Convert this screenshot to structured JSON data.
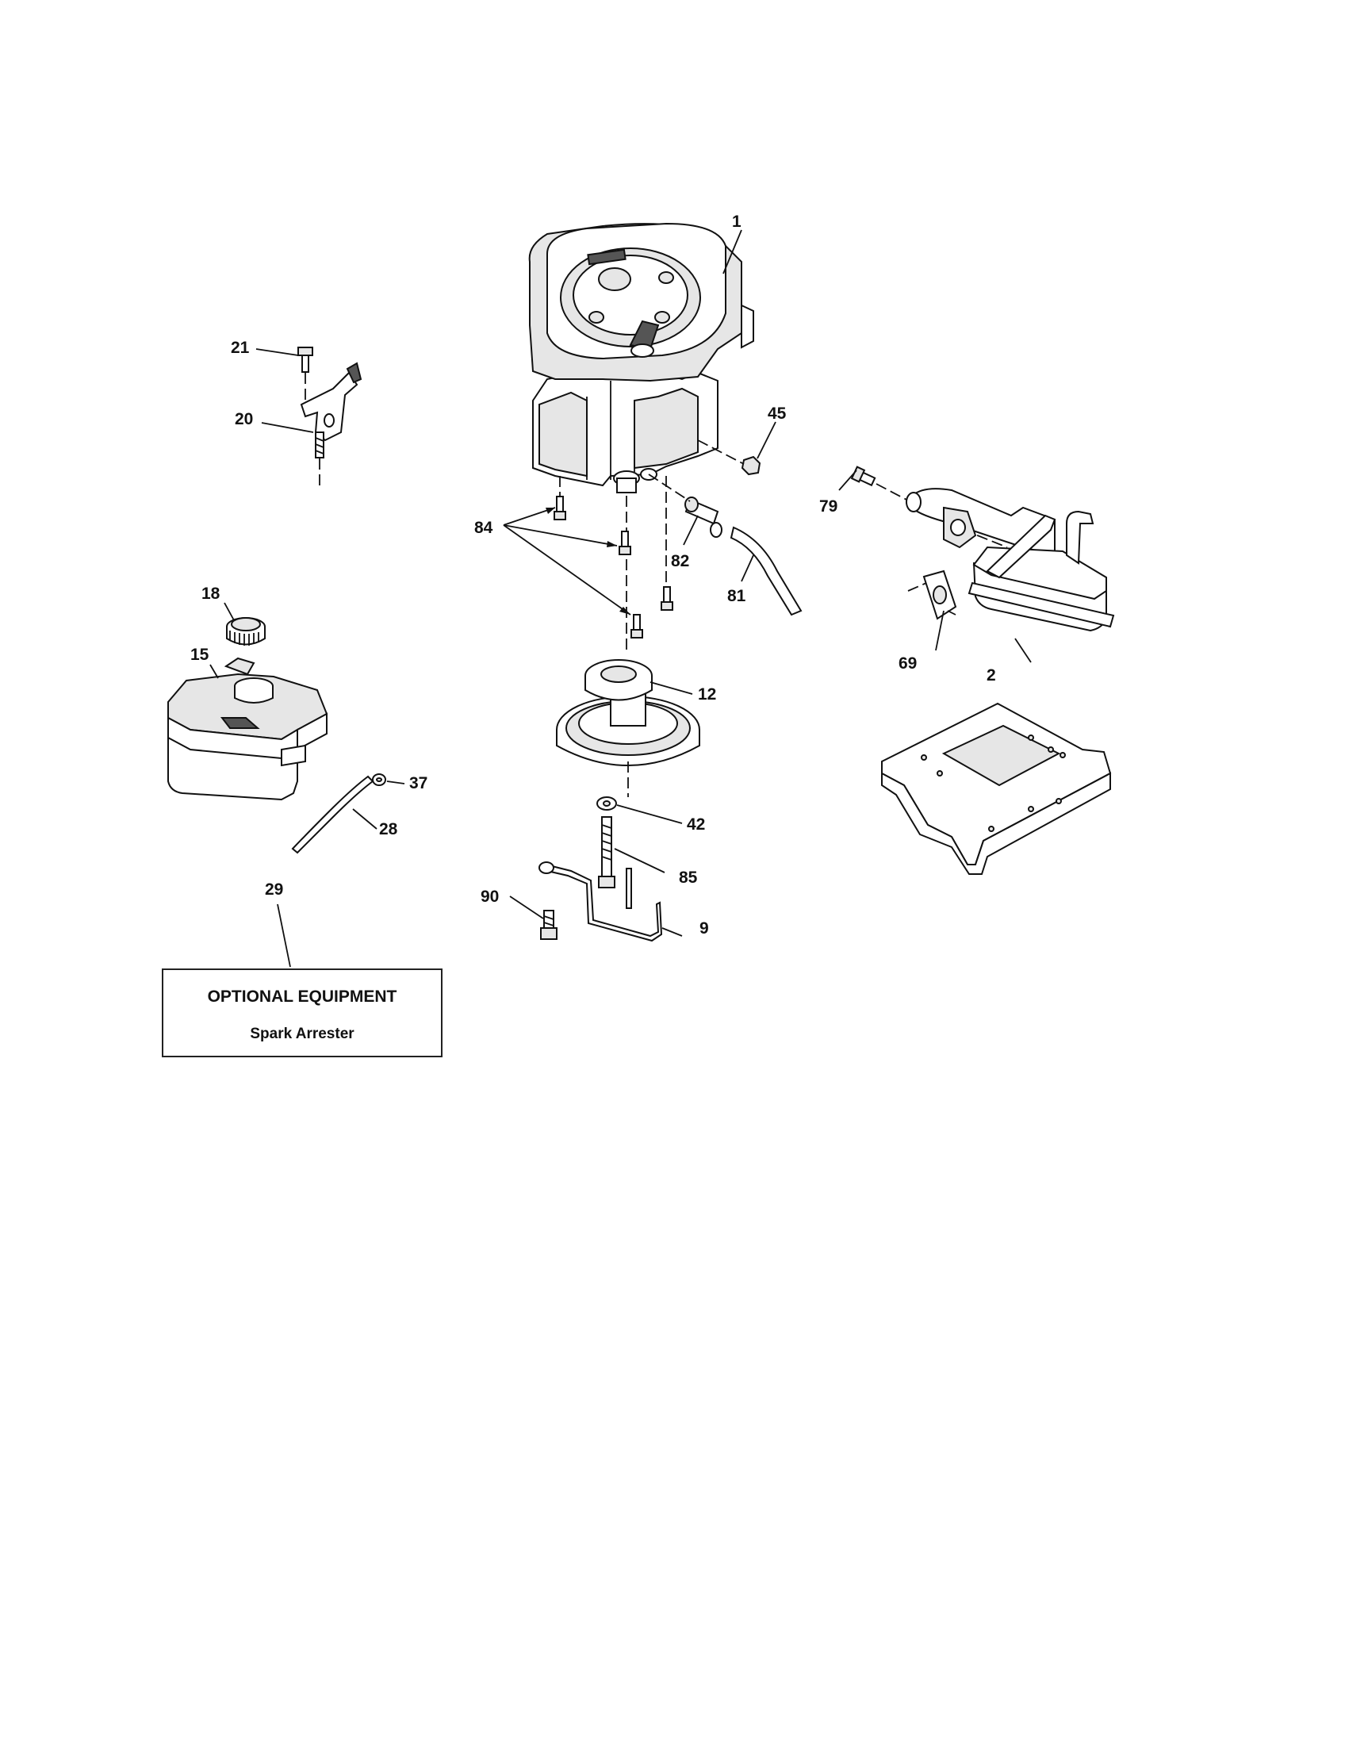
{
  "callouts": {
    "c1": "1",
    "c2": "2",
    "c9": "9",
    "c12": "12",
    "c15": "15",
    "c18": "18",
    "c20": "20",
    "c21": "21",
    "c28": "28",
    "c29": "29",
    "c37": "37",
    "c42": "42",
    "c45": "45",
    "c69": "69",
    "c79": "79",
    "c81": "81",
    "c82": "82",
    "c84": "84",
    "c85": "85",
    "c90": "90"
  },
  "optional_box": {
    "title": "OPTIONAL EQUIPMENT",
    "subtitle": "Spark Arrester"
  },
  "icons": [
    "engine-icon",
    "muffler-icon",
    "fuel-tank-icon",
    "pulley-icon",
    "bracket-icon",
    "mounting-plate-icon"
  ]
}
